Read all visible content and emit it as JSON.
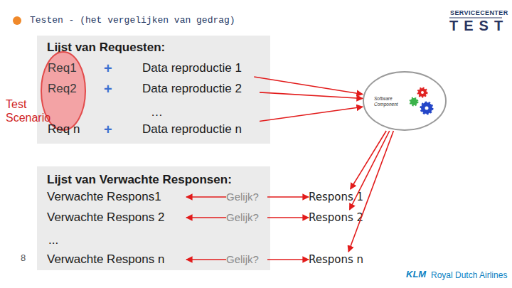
{
  "diagram": {
    "title": "Testen - (het vergelijken van gedrag)",
    "nodes": [
      {
        "text": [
          "Lijst van Requesten:"
        ]
      },
      {
        "text": [
          "Req1",
          "Req2"
        ],
        "in": 0
      },
      {
        "text": [
          "Data reproductie 1"
        ],
        "in": 0
      },
      {
        "text": [
          "Data reproductie 2"
        ],
        "in": 0
      },
      {
        "text": [
          "Data reproductie n"
        ],
        "in": 0
      },
      {
        "text": [
          "Software Component"
        ]
      },
      {
        "text": [
          "Lijst van Verwachte Responsen:"
        ]
      },
      {
        "text": [
          "Verwachte Respons1"
        ],
        "in": 6
      },
      {
        "text": [
          "Verwachte Respons 2"
        ],
        "in": 6
      },
      {
        "text": [
          "Verwachte Respons n"
        ],
        "in": 6
      },
      {
        "text": [
          "Gelijk?"
        ],
        "in": 6
      },
      {
        "text": [
          "Gelijk?"
        ],
        "in": 6
      },
      {
        "text": [
          "Gelijk?"
        ],
        "in": 6
      },
      {
        "text": [
          "Respons 1"
        ]
      },
      {
        "text": [
          "Respons 2"
        ]
      },
      {
        "text": [
          "Respons n"
        ]
      }
    ],
    "edges": [
      {
        "from": 2,
        "to": 5,
        "arrow": "to"
      },
      {
        "from": 3,
        "to": 5,
        "arrow": "to"
      },
      {
        "from": 4,
        "to": 5,
        "arrow": "to"
      },
      {
        "from": 5,
        "to": 13,
        "arrow": "to"
      },
      {
        "from": 5,
        "to": 14,
        "arrow": "to"
      },
      {
        "from": 5,
        "to": 15,
        "arrow": "to"
      },
      {
        "from": 10,
        "to": 7,
        "arrow": "to"
      },
      {
        "from": 10,
        "to": 13,
        "arrow": "to"
      },
      {
        "from": 11,
        "to": 8,
        "arrow": "to"
      },
      {
        "from": 11,
        "to": 14,
        "arrow": "to"
      },
      {
        "from": 12,
        "to": 9,
        "arrow": "to"
      },
      {
        "from": 12,
        "to": 15,
        "arrow": "to"
      }
    ],
    "labels": [
      "SERVICECENTER",
      "TEST",
      "Test Scenario",
      "+",
      "+",
      "…",
      "Req n",
      "+",
      "...",
      "8",
      "KLM",
      "Royal Dutch Airlines"
    ]
  }
}
